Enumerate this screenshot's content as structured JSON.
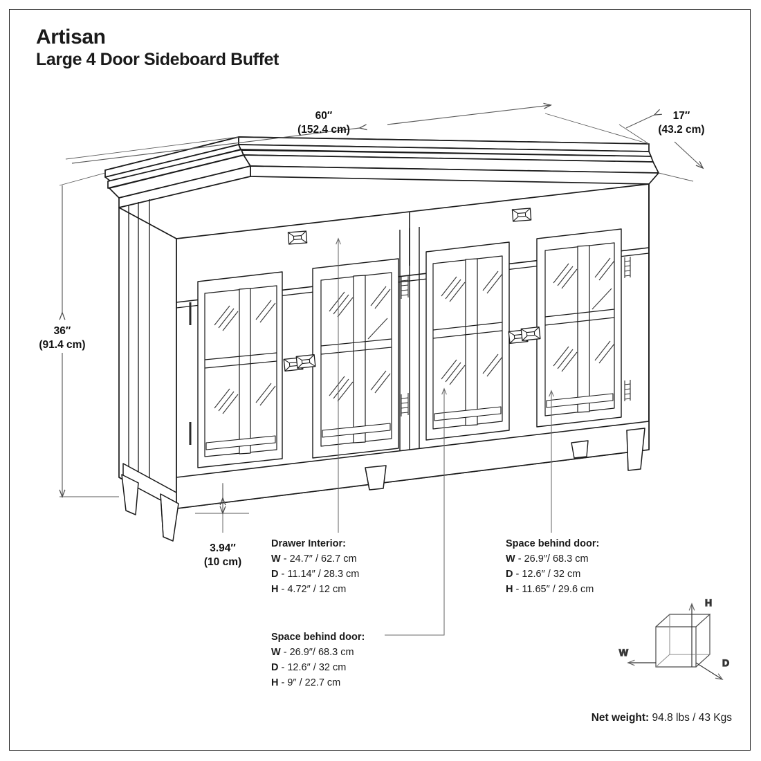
{
  "header": {
    "brand": "Artisan",
    "model": "Large 4 Door Sideboard Buffet"
  },
  "dimensions": {
    "width": {
      "imperial": "60″",
      "metric": "(152.4 cm)"
    },
    "depth": {
      "imperial": "17″",
      "metric": "(43.2 cm)"
    },
    "height": {
      "imperial": "36″",
      "metric": "(91.4 cm)"
    },
    "clearance": {
      "imperial": "3.94″",
      "metric": "(10 cm)"
    }
  },
  "callouts": [
    {
      "id": "drawer-interior",
      "title": "Drawer Interior:",
      "rows": [
        {
          "key": "W",
          "value": "- 24.7″ /  62.7 cm"
        },
        {
          "key": "D",
          "value": "- 11.14″ / 28.3 cm"
        },
        {
          "key": "H",
          "value": "- 4.72″ / 12 cm"
        }
      ]
    },
    {
      "id": "space-behind-door-upper-right",
      "title": "Space behind door:",
      "rows": [
        {
          "key": "W",
          "value": "- 26.9″/ 68.3 cm"
        },
        {
          "key": "D",
          "value": "- 12.6″ / 32 cm"
        },
        {
          "key": "H",
          "value": "- 11.65″ /  29.6 cm"
        }
      ]
    },
    {
      "id": "space-behind-door-lower-left",
      "title": "Space behind door:",
      "rows": [
        {
          "key": "W",
          "value": "- 26.9″/ 68.3 cm"
        },
        {
          "key": "D",
          "value": "- 12.6″ / 32 cm"
        },
        {
          "key": "H",
          "value": "- 9″ /  22.7 cm"
        }
      ]
    }
  ],
  "legend": {
    "w": "W",
    "h": "H",
    "d": "D"
  },
  "weight": {
    "label": "Net weight:",
    "value": "94.8 lbs / 43 Kgs"
  },
  "style": {
    "ink": "#1a1a1a",
    "dim_line": "#5a5a5a",
    "background": "#ffffff"
  }
}
